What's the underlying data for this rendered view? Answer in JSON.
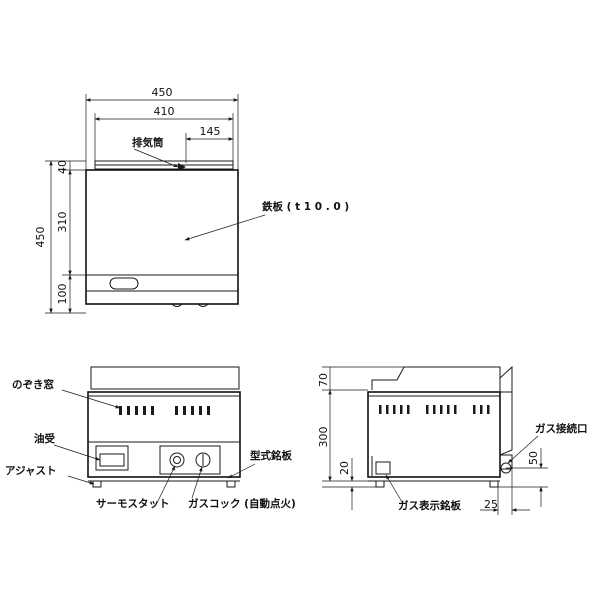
{
  "top_view": {
    "dim_overall_width": "450",
    "dim_inner_width": "410",
    "dim_offset": "145",
    "dim_total_height": "450",
    "dim_top_band": "40",
    "dim_body": "310",
    "dim_base": "100",
    "label_exhaust": "排気筒",
    "label_plate": "鉄板 ( t 1 0 . 0 )"
  },
  "front_view": {
    "label_window": "のぞき窓",
    "label_oil_tray": "油受",
    "label_adjuster": "アジャスト",
    "label_thermostat": "サーモスタット",
    "label_gas_cock": "ガスコック (自動点火)",
    "label_nameplate": "型式銘板"
  },
  "side_view": {
    "dim_top": "70",
    "dim_body": "300",
    "dim_foot": "20",
    "dim_gas_height": "50",
    "dim_gas_offset": "25",
    "label_gas_connection": "ガス接続口",
    "label_gas_plate": "ガス表示銘板"
  }
}
